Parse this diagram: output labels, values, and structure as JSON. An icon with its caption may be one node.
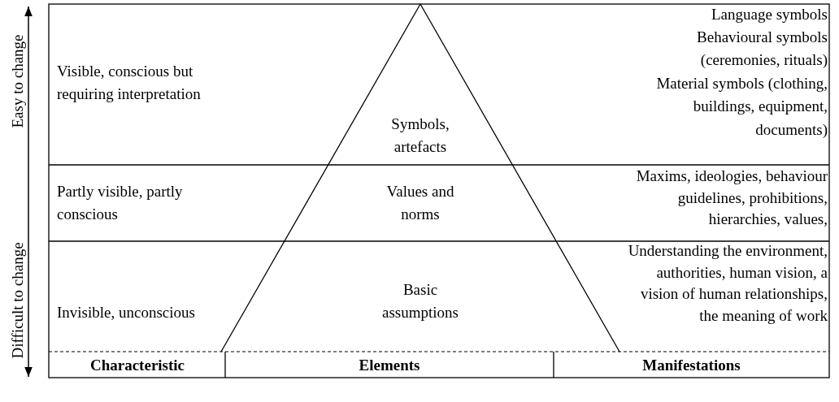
{
  "diagram": {
    "nodes": [
      {
        "text": [
          "Symbols, artefacts"
        ]
      },
      {
        "text": [
          "Values and norms"
        ]
      },
      {
        "text": [
          "Basic assumptions"
        ]
      }
    ],
    "edges": [],
    "labels": [
      "Easy to change",
      "Visible, conscious but requiring interpretation",
      "Language symbols",
      "Behavioural symbols (ceremonies, rituals)",
      "Material symbols (clothing, buildings, equipment, documents)",
      "Partly visible, partly conscious",
      "Maxims, ideologies, behaviour guidelines, prohibitions, hierarchies, values,",
      "Difficult to change",
      "Invisible, unconscious",
      "Understanding the environment, authorities, human vision, a vision of human relationships, the meaning of work",
      "Characteristic",
      "Elements",
      "Manifestations"
    ]
  }
}
